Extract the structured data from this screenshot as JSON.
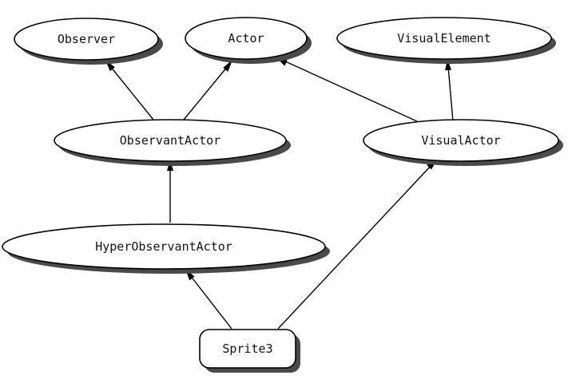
{
  "diagram": {
    "nodes": {
      "observer": "Observer",
      "actor": "Actor",
      "visual_element": "VisualElement",
      "observant_actor": "ObservantActor",
      "visual_actor": "VisualActor",
      "hyper_observant_actor": "HyperObservantActor",
      "sprite3": "Sprite3"
    },
    "edges": [
      {
        "from": "observant_actor",
        "to": "observer"
      },
      {
        "from": "observant_actor",
        "to": "actor"
      },
      {
        "from": "visual_actor",
        "to": "actor"
      },
      {
        "from": "visual_actor",
        "to": "visual_element"
      },
      {
        "from": "hyper_observant_actor",
        "to": "observant_actor"
      },
      {
        "from": "sprite3",
        "to": "hyper_observant_actor"
      },
      {
        "from": "sprite3",
        "to": "visual_actor"
      }
    ],
    "colors": {
      "node_fill": "#ffffff",
      "stroke": "#000000",
      "shadow": "#4a4a4a"
    }
  }
}
